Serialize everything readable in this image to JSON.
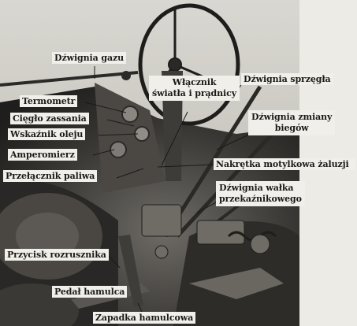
{
  "labels": {
    "dzwignia_gazu": "Dźwignia gazu",
    "termometr": "Termometr",
    "ciegno_zassania": "Cięgło zassania",
    "wskaznik_oleju": "Wskaźnik oleju",
    "amperomierz": "Amperomierz",
    "przelacznik_paliwa": "Przełącznik paliwa",
    "wlacznik_line1": "Włącznik",
    "wlacznik_line2": "światła i prądnicy",
    "dzwignia_sprzegla": "Dźwignia sprzęgła",
    "dzwignia_zmiany_line1": "Dźwignia zmiany",
    "dzwignia_zmiany_line2": "biegów",
    "nakretka": "Nakrętka motylkowa żaluzji",
    "dzwignia_walka_line1": "Dźwignia wałka",
    "dzwignia_walka_line2": "przekaźnikowego",
    "przycisk_rozrusznika": "Przycisk rozrusznika",
    "pedal_hamulca": "Pedał hamulca",
    "zapadka_hamulcowa": "Zapadka hamulcowa"
  }
}
